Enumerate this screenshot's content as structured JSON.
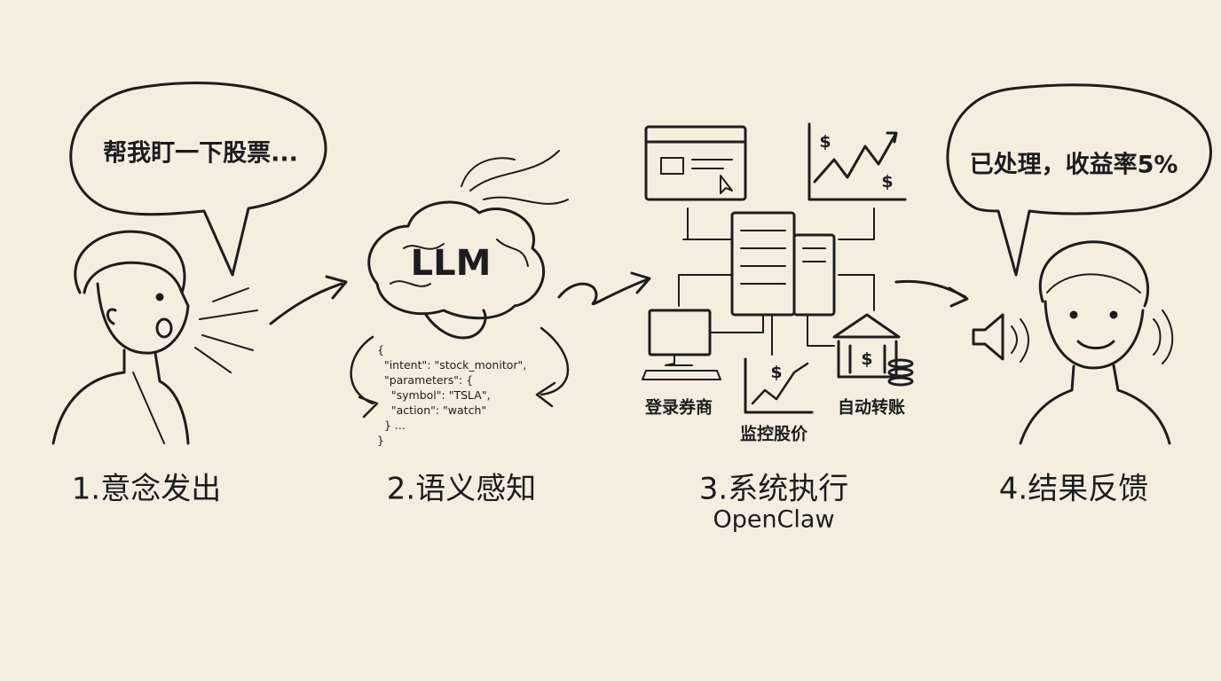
{
  "bubbles": {
    "user_request": "帮我盯一下股票...",
    "result_reply": "已处理，收益率5%"
  },
  "brain": {
    "label": "LLM"
  },
  "json_snippet": {
    "lines": [
      "{",
      "  \"intent\": \"stock_monitor\",",
      "  \"parameters\": {",
      "    \"symbol\": \"TSLA\",",
      "    \"action\": \"watch\"",
      "  } ...",
      "}"
    ]
  },
  "tasks": {
    "login_broker": "登录券商",
    "monitor_price": "监控股价",
    "auto_transfer": "自动转账"
  },
  "steps": [
    {
      "label": "1.意念发出"
    },
    {
      "label": "2.语义感知"
    },
    {
      "label": "3.系统执行",
      "sub": "OpenClaw"
    },
    {
      "label": "4.结果反馈"
    }
  ],
  "symbols": {
    "dollar": "$"
  }
}
